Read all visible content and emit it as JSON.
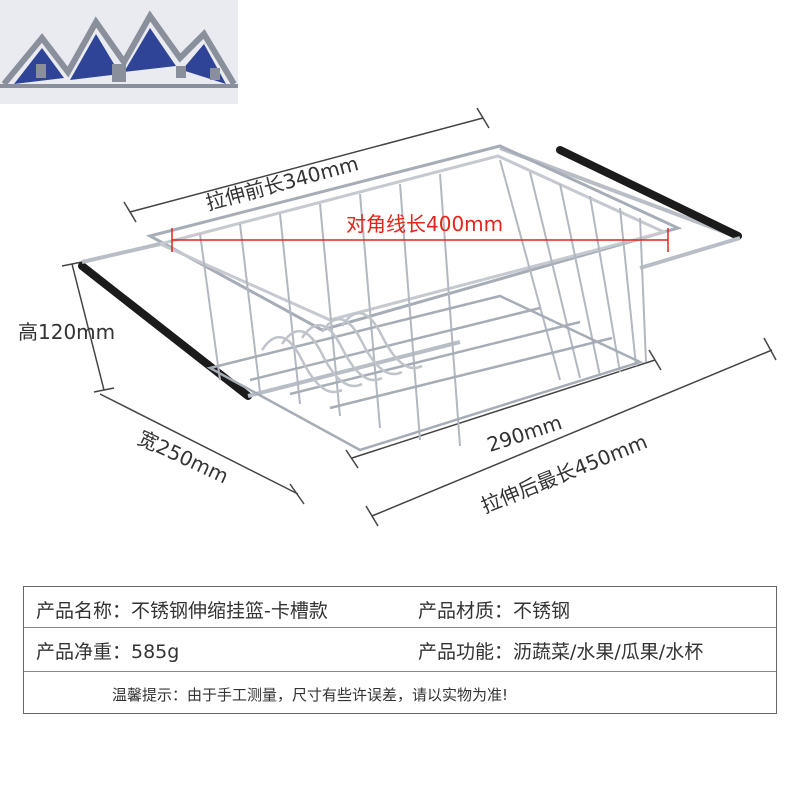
{
  "brand": {
    "logo": "house-roofs-logo"
  },
  "dimensions": {
    "front_length": "拉伸前长340mm",
    "diagonal": "对角线长400mm",
    "height": "高120mm",
    "width": "宽250mm",
    "inner": "290mm",
    "max_length": "拉伸后最长450mm"
  },
  "specs": {
    "name": "产品名称：不锈钢伸缩挂篮-卡槽款",
    "material": "产品材质：不锈钢",
    "weight": "产品净重：585g",
    "function": "产品功能：沥蔬菜/水果/瓜果/水杯",
    "note": "温馨提示：由于手工测量，尺寸有些许误差，请以实物为准!"
  },
  "colors": {
    "logo_blue": "#2f4496",
    "roof_gray": "#8a8f9c",
    "diagonal_red": "#e1251b",
    "handle_black": "#1b1b1b"
  }
}
